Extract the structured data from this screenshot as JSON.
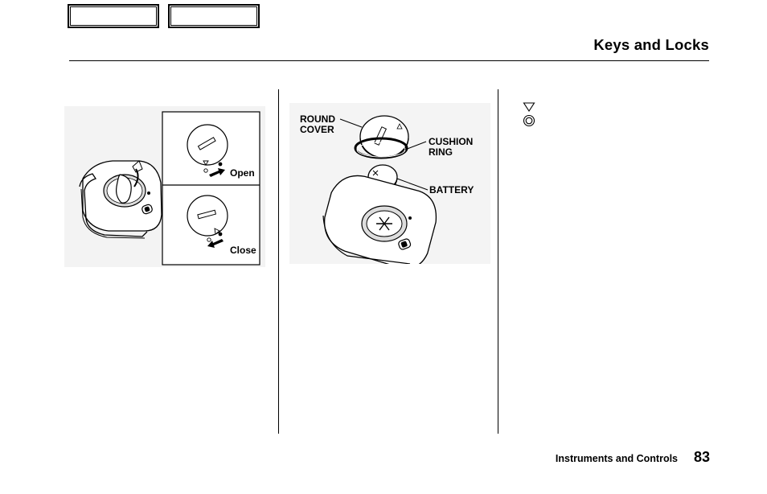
{
  "header": {
    "nav_buttons": [
      "",
      ""
    ],
    "title": "Keys and Locks"
  },
  "figure_left": {
    "open_label": "Open",
    "close_label": "Close"
  },
  "figure_middle": {
    "round_cover_label_1": "ROUND",
    "round_cover_label_2": "COVER",
    "cushion_ring_label_1": "CUSHION",
    "cushion_ring_label_2": "RING",
    "battery_label": "BATTERY"
  },
  "right_column": {
    "symbols": [
      "triangle-down-outline-icon",
      "double-circle-icon"
    ]
  },
  "footer": {
    "section": "Instruments and Controls",
    "page_number": "83"
  }
}
